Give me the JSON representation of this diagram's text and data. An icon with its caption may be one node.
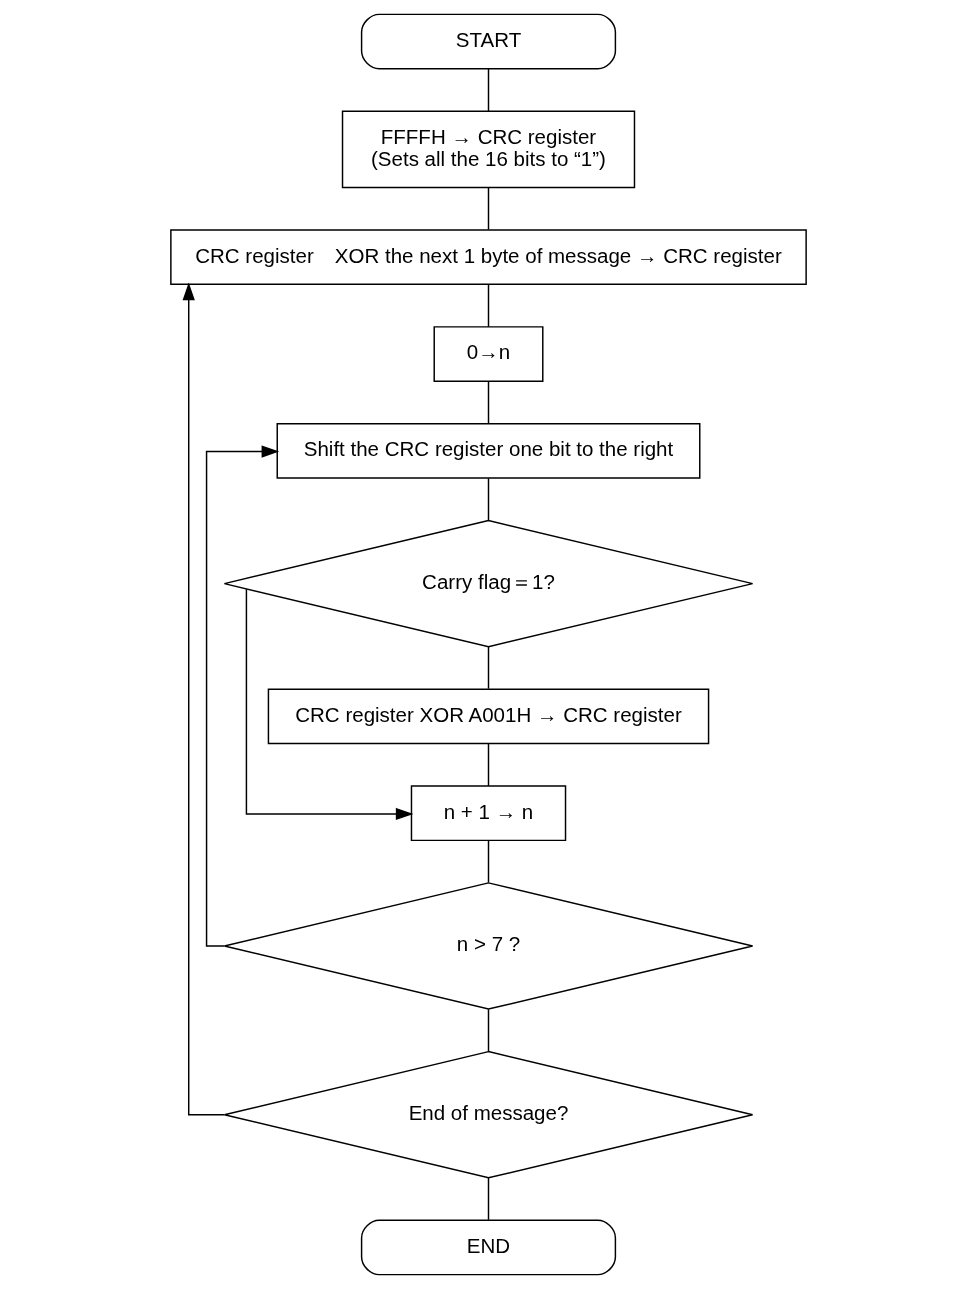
{
  "diagram": {
    "nodes": [
      {
        "text": [
          "START"
        ]
      },
      {
        "text": [
          "FFFFH → CRC register",
          "(Sets all the 16 bits to “1”)"
        ]
      },
      {
        "text": [
          "CRC register　XOR the next 1 byte of message → CRC register"
        ]
      },
      {
        "text": [
          "0→n"
        ]
      },
      {
        "text": [
          "Shift the CRC register one bit to the right"
        ]
      },
      {
        "text": [
          "Carry flag＝1?"
        ]
      },
      {
        "text": [
          "CRC register XOR A001H → CRC register"
        ]
      },
      {
        "text": [
          "n + 1 → n"
        ]
      },
      {
        "text": [
          "n > 7 ?"
        ]
      },
      {
        "text": [
          "End of message?"
        ]
      },
      {
        "text": [
          "END"
        ]
      }
    ],
    "edges": [
      {
        "from": 0,
        "to": 1,
        "arrow": "none"
      },
      {
        "from": 1,
        "to": 2,
        "arrow": "none"
      },
      {
        "from": 9,
        "to": 2,
        "arrow": "to"
      },
      {
        "from": 2,
        "to": 3,
        "arrow": "none"
      },
      {
        "from": 3,
        "to": 4,
        "arrow": "none"
      },
      {
        "from": 8,
        "to": 4,
        "arrow": "to"
      },
      {
        "from": 4,
        "to": 5,
        "arrow": "none"
      },
      {
        "from": 5,
        "to": 6,
        "arrow": "none"
      },
      {
        "from": 5,
        "to": 7,
        "arrow": "to"
      },
      {
        "from": 6,
        "to": 7,
        "arrow": "none"
      },
      {
        "from": 7,
        "to": 8,
        "arrow": "none"
      },
      {
        "from": 8,
        "to": 9,
        "arrow": "none"
      },
      {
        "from": 9,
        "to": 10,
        "arrow": "none"
      }
    ]
  }
}
